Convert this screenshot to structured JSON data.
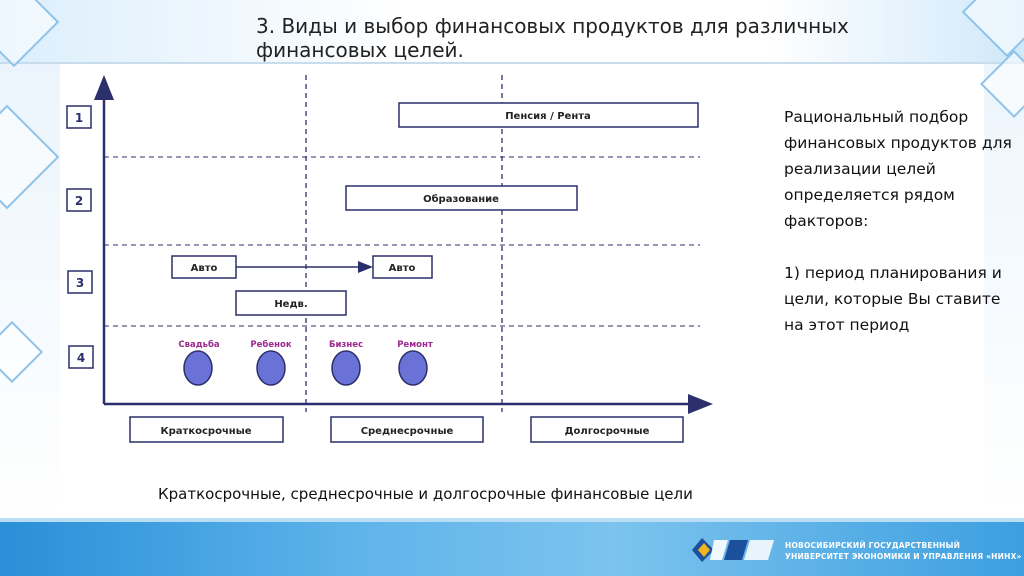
{
  "title": "3. Виды и выбор финансовых продуктов для различных финансовых целей.",
  "diagram": {
    "levels": [
      "1",
      "2",
      "3",
      "4"
    ],
    "bars": {
      "pension": "Пенсия / Рента",
      "education": "Образование",
      "auto_short": "Авто",
      "auto_mid": "Авто",
      "realty": "Недв."
    },
    "goals": {
      "wedding": "Свадьба",
      "child": "Ребенок",
      "business": "Бизнес",
      "repair": "Ремонт"
    },
    "terms": {
      "short": "Краткосрочные",
      "medium": "Среднесрочные",
      "long": "Долгосрочные"
    }
  },
  "side_text": {
    "para1": "Рациональный подбор финансовых продуктов для реализации целей определяется рядом факторов:",
    "para2": "1) период планирования и цели, которые Вы ставите на этот период"
  },
  "caption": "Краткосрочные, среднесрочные и долгосрочные финансовые цели",
  "footer": {
    "line1": "НОВОСИБИРСКИЙ ГОСУДАРСТВЕННЫЙ",
    "line2": "УНИВЕРСИТЕТ ЭКОНОМИКИ И УПРАВЛЕНИЯ «НИНХ»"
  },
  "colors": {
    "axis": "#2b2f6b",
    "goal_fill": "#6a72d8",
    "goal_label": "#9b2a8e",
    "footer_blue": "#3d9fe0"
  }
}
